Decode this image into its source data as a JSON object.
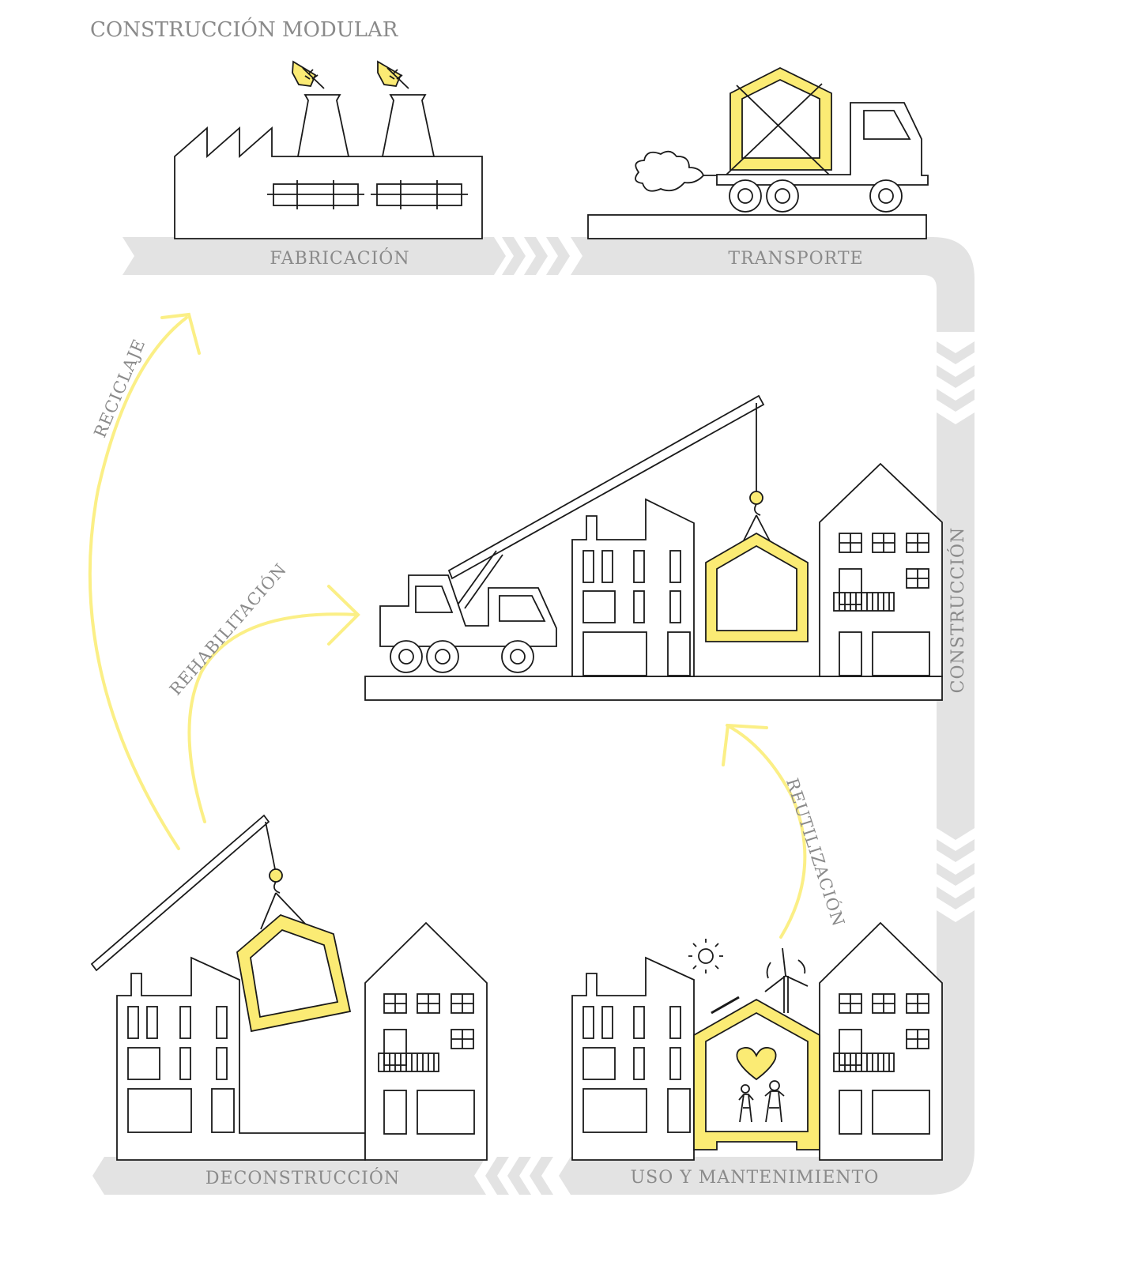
{
  "title": "CONSTRUCCIÓN MODULAR",
  "stages": {
    "fabricacion": "FABRICACIÓN",
    "transporte": "TRANSPORTE",
    "construccion": "CONSTRUCCIÓN",
    "uso": "USO Y MANTENIMIENTO",
    "deconstruccion": "DECONSTRUCCIÓN"
  },
  "loops": {
    "reciclaje": "RECICLAJE",
    "rehabilitacion": "REHABILITACIÓN",
    "reutilizacion": "REUTILIZACIÓN"
  },
  "colors": {
    "accent": "#fbeb74",
    "band": "#e3e3e3",
    "line": "#1a1a1a",
    "label": "#8a8a8a"
  }
}
